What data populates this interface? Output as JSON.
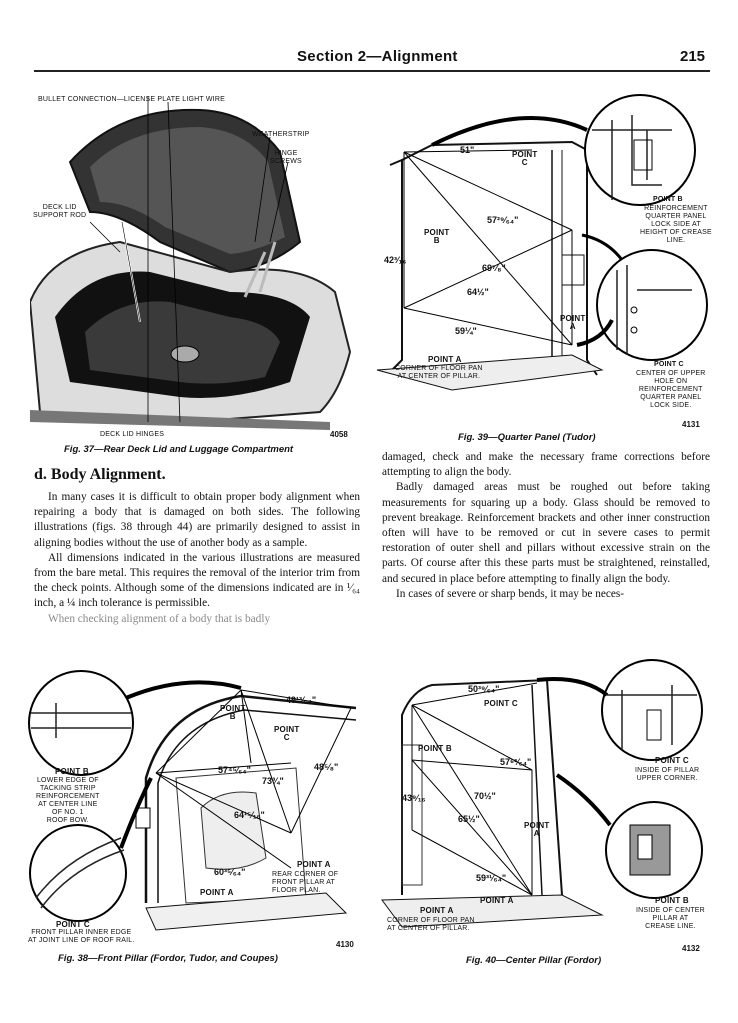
{
  "header": {
    "section_title": "Section 2—Alignment",
    "page_number": "215"
  },
  "fig37": {
    "labels": {
      "bullet": "BULLET CONNECTION—LICENSE PLATE LIGHT WIRE",
      "weatherstrip": "WEATHERSTRIP",
      "hinge_screws": "HINGE\nSCREWS",
      "deck_lid_support": "DECK LID\nSUPPORT ROD",
      "deck_lid_hinges": "DECK LID HINGES"
    },
    "number": "4058",
    "caption": "Fig. 37—Rear Deck Lid and Luggage Compartment"
  },
  "fig39": {
    "dims": {
      "d51": "51\"",
      "d57": "57²⁹⁄₆₄\"",
      "d42": "42³⁄₁₆",
      "d69": "69⁷⁄₈\"",
      "d64": "64½\"",
      "d59": "59¼\""
    },
    "labels": {
      "point_c_top": "POINT\nC",
      "point_b_left": "POINT\nB",
      "point_a_right": "POINT\nA",
      "point_a_bottom": "POINT A",
      "point_a_desc": "CORNER OF FLOOR PAN\nAT CENTER OF PILLAR.",
      "point_b_title": "POINT B",
      "point_b_desc": "REINFORCEMENT\nQUARTER PANEL\nLOCK SIDE AT\nHEIGHT OF CREASE\nLINE.",
      "point_c_title": "POINT C",
      "point_c_desc": "CENTER OF UPPER\nHOLE ON\nREINFORCEMENT\nQUARTER PANEL\nLOCK SIDE."
    },
    "number": "4131",
    "caption": "Fig. 39—Quarter Panel (Tudor)"
  },
  "section": {
    "heading": "d. Body Alignment."
  },
  "left_text": [
    "In many cases it is difficult to obtain proper body alignment when repairing a body that is damaged on both sides. The following illustrations (figs. 38 through 44) are primarily designed to assist in aligning bodies without the use of another body as a sample.",
    "All dimensions indicated in the various illustrations are measured from the bare metal. This requires the removal of the interior trim from the check points. Although some of the dimensions indicated are in ¹⁄₆₄ inch, a ¼ inch tolerance is permissible.",
    "When checking alignment of a body that is badly"
  ],
  "right_text": [
    "damaged, check and make the necessary frame corrections before attempting to align the body.",
    "Badly damaged areas must be roughed out before taking measurements for squaring up a body. Glass should be removed to prevent breakage. Reinforcement brackets and other inner construction often will have to be removed or cut in severe cases to permit restoration of outer shell and pillars without excessive strain on the parts. Of course after this these parts must be straightened, reinstalled, and secured in place before attempting to finally align the body.",
    "In cases of severe or sharp bends, it may be neces-"
  ],
  "fig38": {
    "dims": {
      "d49": "49¹³⁄₆₄\"",
      "d57": "57⁴⁵⁄₆₄\"",
      "d73": "73¾\"",
      "d48": "48⁵⁄₈\"",
      "d64": "64¹⁵⁄₁₆\"",
      "d60": "60³⁵⁄₆₄\""
    },
    "labels": {
      "point_b_top": "POINT\nB",
      "point_c_top": "POINT\nC",
      "point_b_title": "POINT B",
      "point_b_desc": "LOWER EDGE OF\nTACKING STRIP\nREINFORCEMENT\nAT CENTER LINE\nOF NO. 1\nROOF BOW.",
      "point_a_right": "POINT A",
      "point_a_desc": "REAR CORNER OF\nFRONT PILLAR AT\nFLOOR PLAN.",
      "point_a_lower": "POINT A",
      "point_c_title": "POINT C",
      "point_c_desc": "FRONT PILLAR INNER EDGE\nAT JOINT LINE OF ROOF RAIL."
    },
    "number": "4130",
    "caption": "Fig. 38—Front Pillar (Fordor, Tudor, and Coupes)"
  },
  "fig40": {
    "dims": {
      "d50": "50³⁹⁄₆₄\"",
      "d43": "43⁹⁄₁₆",
      "d57": "57⁶³⁄₆₄\"",
      "d70": "70½\"",
      "d65": "65½\"",
      "d59": "59³¹⁄₆₄\""
    },
    "labels": {
      "point_c_top": "POINT C",
      "point_b_left": "POINT B",
      "point_a_mid": "POINT\nA",
      "point_a_bottom_r": "POINT A",
      "point_a_left": "POINT A",
      "point_a_desc": "CORNER OF FLOOR PAN\nAT CENTER OF PILLAR.",
      "point_c_title": "POINT C",
      "point_c_desc": "INSIDE OF PILLAR\nUPPER CORNER.",
      "point_b_title": "POINT B",
      "point_b_desc": "INSIDE OF CENTER\nPILLAR AT\nCREASE LINE."
    },
    "number": "4132",
    "caption": "Fig. 40—Center Pillar (Fordor)"
  }
}
